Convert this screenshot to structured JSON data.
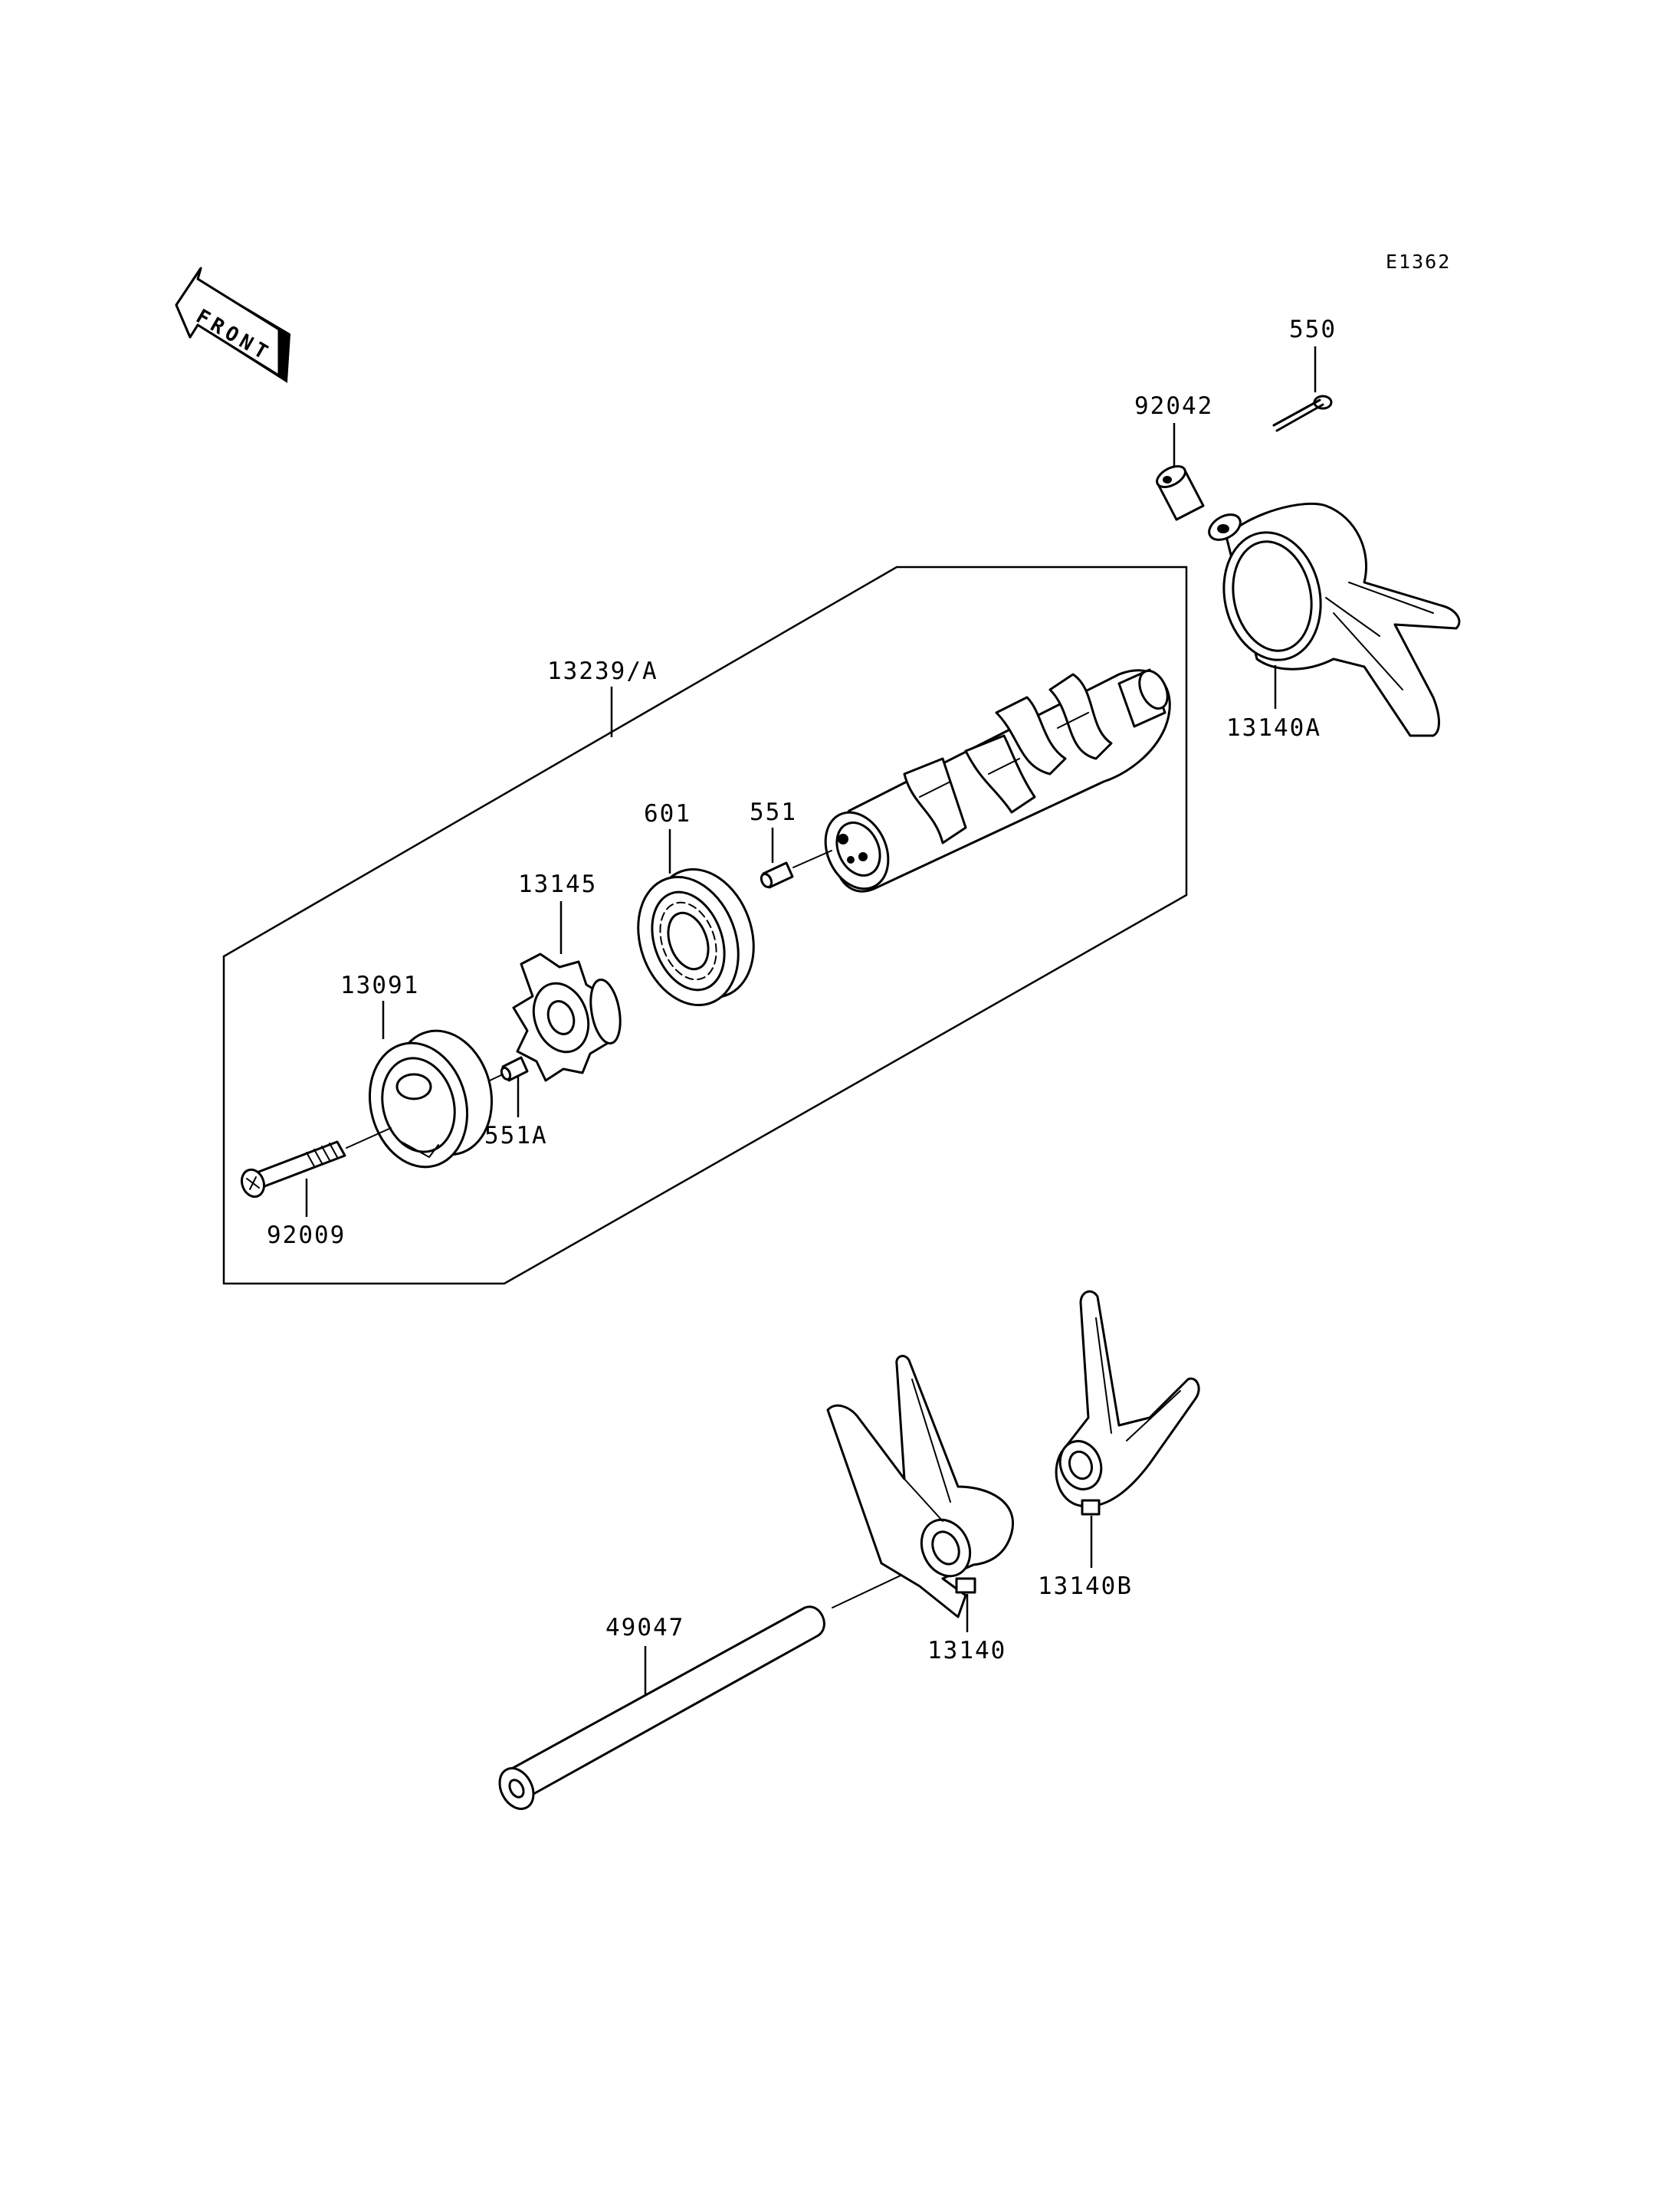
{
  "drawing_id": "E1362",
  "front_marker": {
    "text": "FRONT"
  },
  "parts": [
    {
      "number": "550"
    },
    {
      "number": "92042"
    },
    {
      "number": "13140A"
    },
    {
      "number": "13239/A"
    },
    {
      "number": "551"
    },
    {
      "number": "601"
    },
    {
      "number": "13145"
    },
    {
      "number": "13091"
    },
    {
      "number": "551A"
    },
    {
      "number": "92009"
    },
    {
      "number": "49047"
    },
    {
      "number": "13140"
    },
    {
      "number": "13140B"
    }
  ]
}
